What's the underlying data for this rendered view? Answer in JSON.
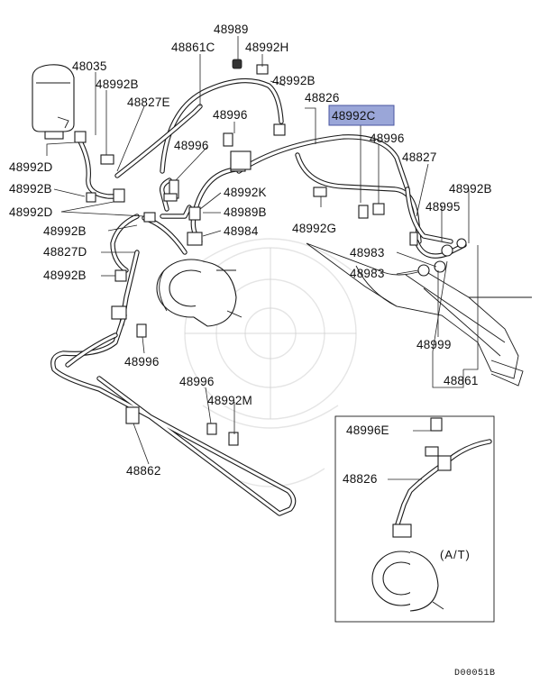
{
  "diagram": {
    "labels": {
      "p48989": "48989",
      "p48861c": "48861C",
      "p48992h": "48992H",
      "p48035": "48035",
      "p48992b_res": "48992B",
      "p48992b_top": "48992B",
      "p48826": "48826",
      "p48827e": "48827E",
      "p48996_a": "48996",
      "p48992c": "48992C",
      "p48996_b": "48996",
      "p48996_c": "48996",
      "p48827": "48827",
      "p48992d_a": "48992D",
      "p48992b_a": "48992B",
      "p48992k": "48992K",
      "p48992b_right": "48992B",
      "p48992d_b": "48992D",
      "p48989b": "48989B",
      "p48995": "48995",
      "p48992b_b": "48992B",
      "p48984": "48984",
      "p48992g": "48992G",
      "p48827d": "48827D",
      "p48983_a": "48983",
      "p48992b_c": "48992B",
      "p48983_b": "48983",
      "p48999": "48999",
      "p48996_d": "48996",
      "p48861": "48861",
      "p48996_e": "48996",
      "p48992m": "48992M",
      "p48862": "48862",
      "p48996e": "48996E",
      "p48826_inset": "48826"
    },
    "highlighted_part": "48992C",
    "highlight_color": "#9aa6d8",
    "inset_note": "(A/T)",
    "diagram_code": "D00051B"
  }
}
